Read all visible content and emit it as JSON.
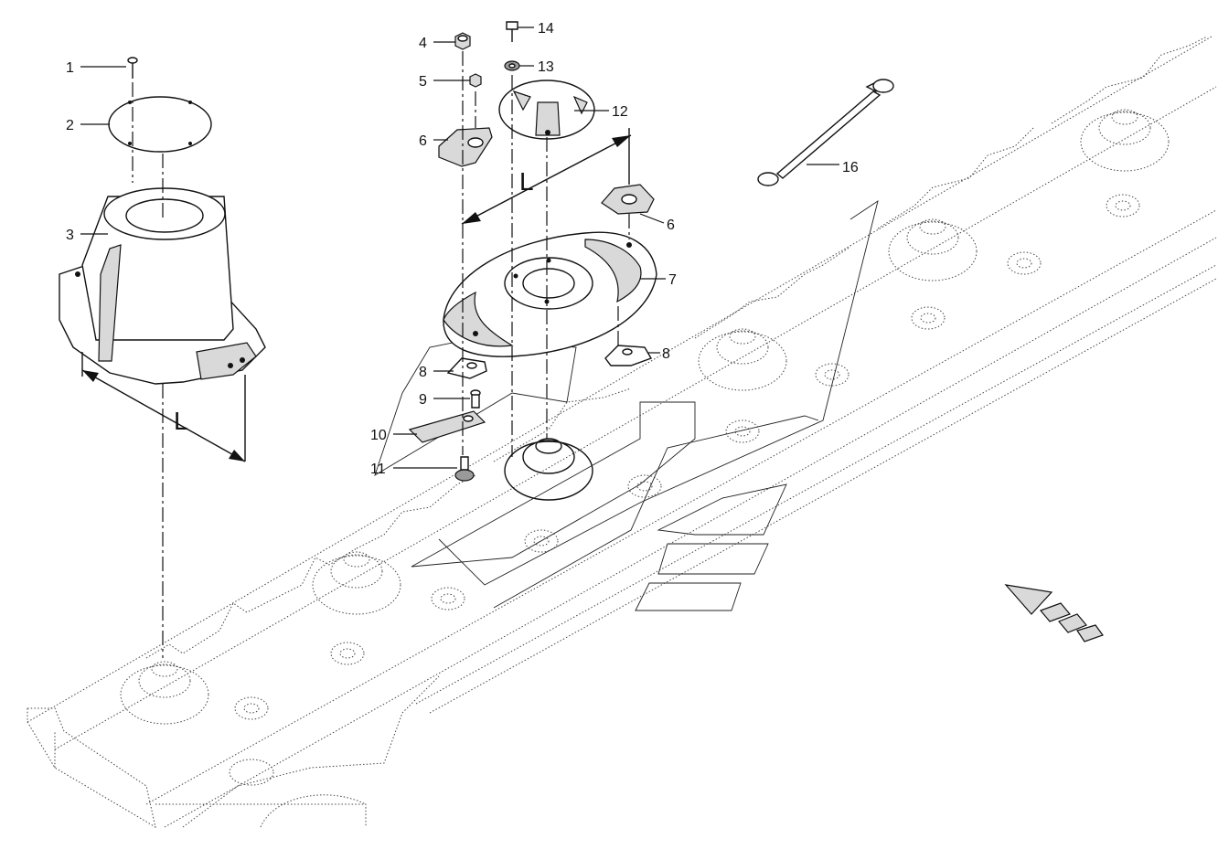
{
  "callouts": [
    {
      "id": "1",
      "text": "1"
    },
    {
      "id": "2",
      "text": "2"
    },
    {
      "id": "3",
      "text": "3"
    },
    {
      "id": "4",
      "text": "4"
    },
    {
      "id": "5",
      "text": "5"
    },
    {
      "id": "6a",
      "text": "6"
    },
    {
      "id": "6b",
      "text": "6"
    },
    {
      "id": "7",
      "text": "7"
    },
    {
      "id": "8a",
      "text": "8"
    },
    {
      "id": "8b",
      "text": "8"
    },
    {
      "id": "9",
      "text": "9"
    },
    {
      "id": "10",
      "text": "10"
    },
    {
      "id": "11",
      "text": "11"
    },
    {
      "id": "12",
      "text": "12"
    },
    {
      "id": "13",
      "text": "13"
    },
    {
      "id": "14",
      "text": "14"
    },
    {
      "id": "16",
      "text": "16"
    }
  ],
  "dimensions": [
    {
      "id": "dim-left",
      "text": "L"
    },
    {
      "id": "dim-right",
      "text": "L"
    }
  ],
  "colors": {
    "line": "#111111",
    "shade": "#d9d9d9",
    "dark_shade": "#9a9a9a",
    "background": "#ffffff"
  }
}
